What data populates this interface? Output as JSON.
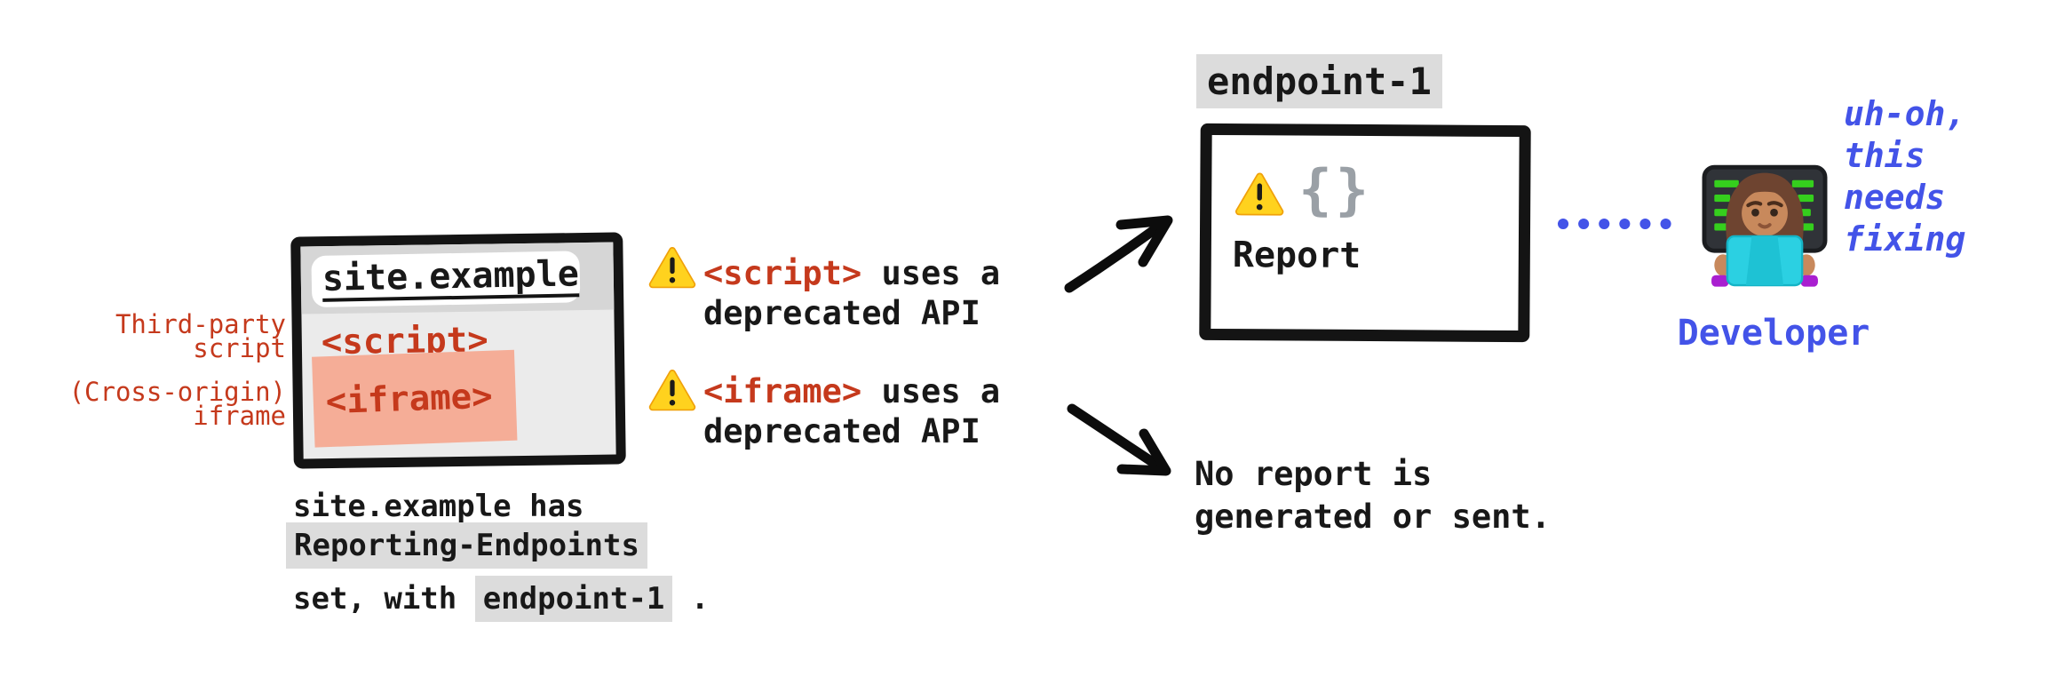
{
  "colors": {
    "red": "#c5391c",
    "blue": "#4353e8",
    "chip_bg": "#dcdcdc",
    "iframe_highlight": "#f5ad97",
    "warning_yellow": "#ffd21e",
    "braces_gray": "#9aa0a6"
  },
  "browser": {
    "address": "site.example",
    "script_tag": "<script>",
    "iframe_tag": "<iframe>",
    "third_party_label": {
      "line1": "Third-party",
      "line2": "script"
    },
    "cross_origin_label": {
      "line1": "(Cross-origin)",
      "line2": "iframe"
    }
  },
  "warnings": [
    {
      "tag": "<script>",
      "rest": " uses a",
      "line2": "deprecated API"
    },
    {
      "tag": "<iframe>",
      "rest": " uses a",
      "line2": "deprecated API"
    }
  ],
  "endpoint": {
    "label": "endpoint-1",
    "braces": "{}",
    "report_label": "Report"
  },
  "no_report": {
    "line1": "No report is",
    "line2": "generated or sent."
  },
  "developer": {
    "label": "Developer",
    "thought": [
      "uh-oh,",
      "this",
      "needs",
      "fixing"
    ]
  },
  "caption": {
    "site": "site.example",
    "after_site": " has",
    "header_chip": "Reporting-Endpoints",
    "line3_prefix": "set, with ",
    "endpoint_chip": "endpoint-1",
    "suffix": " ."
  },
  "icons": {
    "warning": "warning-triangle",
    "developer": "woman-technologist-emoji"
  }
}
